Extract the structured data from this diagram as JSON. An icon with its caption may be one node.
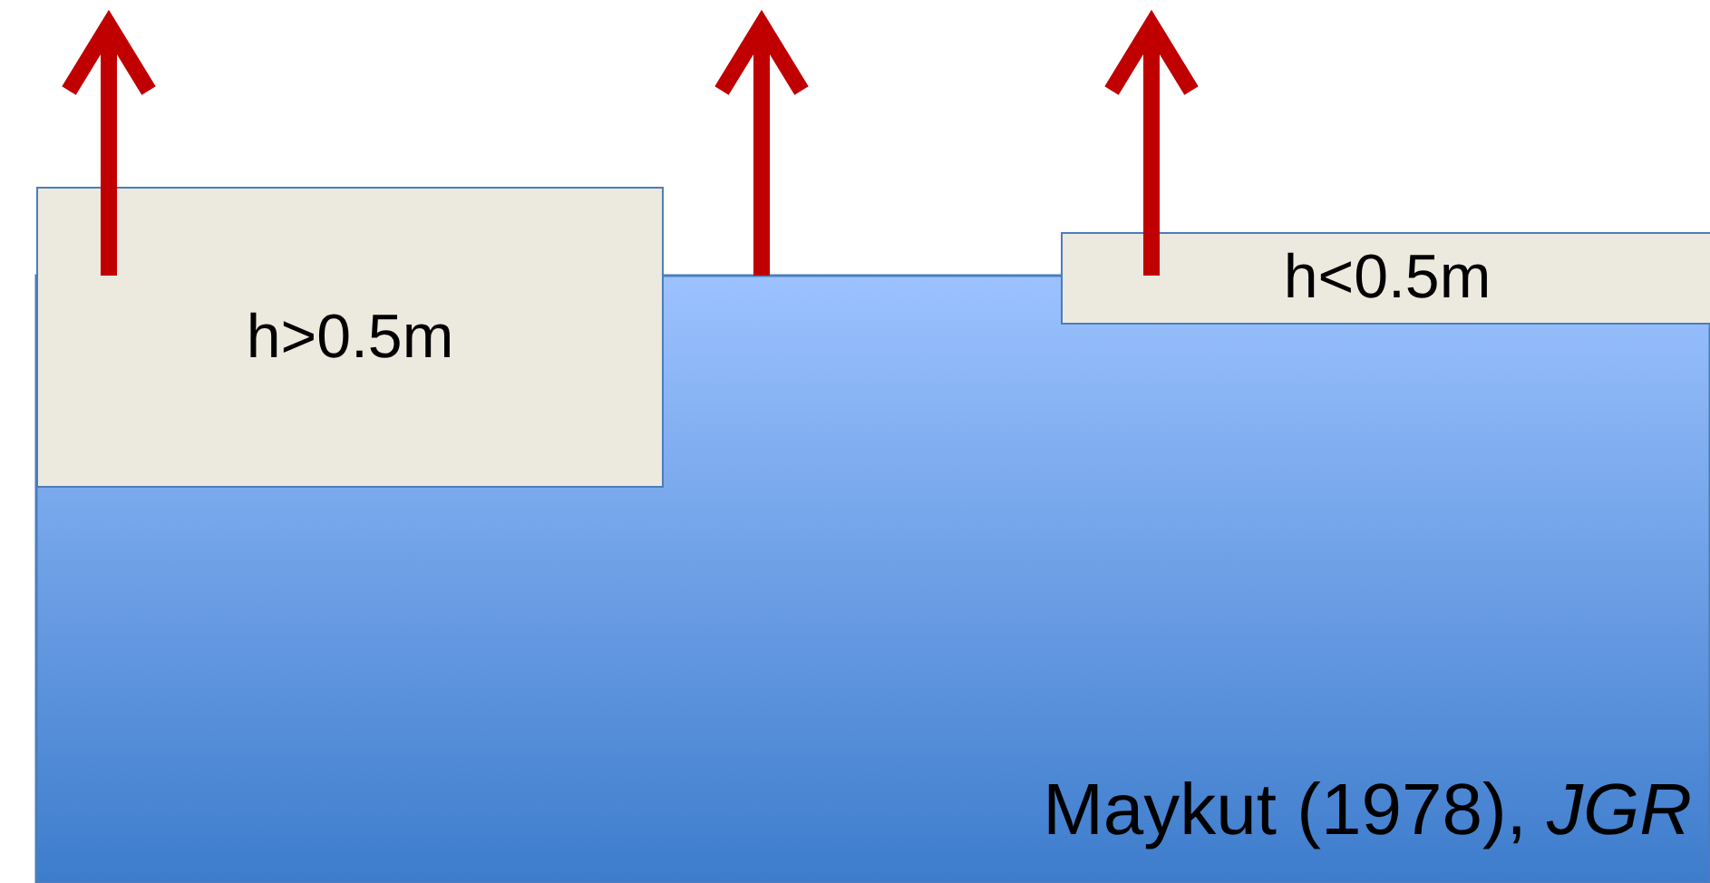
{
  "diagram": {
    "nodes": [
      {
        "text": [
          "h>0.5m"
        ]
      },
      {
        "text": [
          "h<0.5m"
        ]
      }
    ],
    "labels": [
      "Maykut (1978), *JGR*"
    ]
  }
}
